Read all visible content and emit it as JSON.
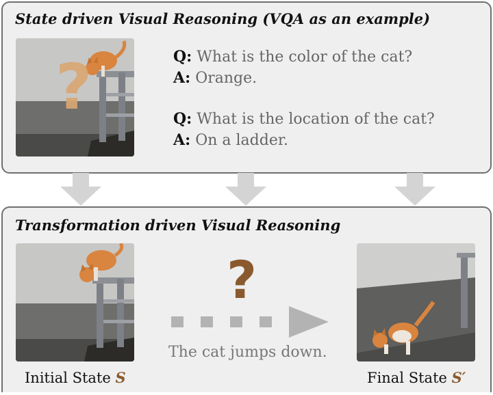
{
  "top_panel": {
    "title": "State driven Visual Reasoning (VQA as an example)",
    "qa": [
      {
        "q_label": "Q:",
        "q_text": "What is the color of the cat?",
        "a_label": "A:",
        "a_text": "Orange."
      },
      {
        "q_label": "Q:",
        "q_text": "What is the location of the cat?",
        "a_label": "A:",
        "a_text": "On a ladder."
      }
    ],
    "image_overlay": "?"
  },
  "bottom_panel": {
    "title": "Transformation driven Visual Reasoning",
    "middle_question": "?",
    "transformation_text": "The cat jumps down.",
    "initial_label": "Initial State ",
    "initial_symbol": "S",
    "final_label": "Final State ",
    "final_symbol": "S′"
  },
  "colors": {
    "panel_fill": "#efefef",
    "panel_border": "#6f6f6f",
    "question_mark": "#8a5a2e",
    "arrow_gray": "#cfcfcf",
    "cat_orange": "#d9843f"
  }
}
